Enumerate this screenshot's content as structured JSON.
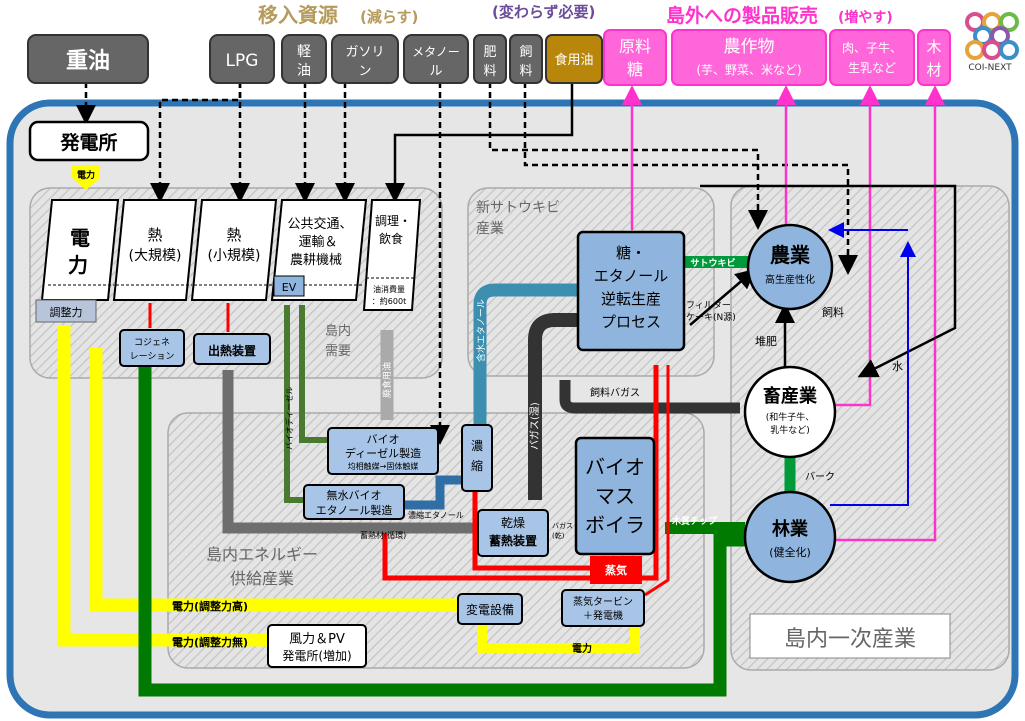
{
  "header": {
    "imports_title": "移入資源",
    "imports_note": "(減らす)",
    "unchanged_note": "(変わらず必要)",
    "exports_title": "島外への製品販売",
    "exports_note": "(増やす)",
    "logo_text": "COI-NEXT"
  },
  "imports": {
    "heavy_oil": "重油",
    "lpg": "LPG",
    "diesel": [
      "軽",
      "油"
    ],
    "gasoline": [
      "ガソリ",
      "ン"
    ],
    "methanol": [
      "メタノー",
      "ル"
    ],
    "fertilizer": [
      "肥",
      "料"
    ],
    "feed": [
      "飼",
      "料"
    ],
    "cooking_oil": "食用油"
  },
  "exports": {
    "raw_sugar": [
      "原料",
      "糖"
    ],
    "crops": [
      "農作物",
      "(芋、野菜、米など)"
    ],
    "livestock": [
      "肉、子牛、",
      "生乳など"
    ],
    "timber": [
      "木",
      "材"
    ]
  },
  "power_plant": "発電所",
  "demand": {
    "power_tag": "電力",
    "electricity": [
      "電",
      "力"
    ],
    "heat_large": [
      "熱",
      "(大規模)"
    ],
    "heat_small": [
      "熱",
      "(小規模)"
    ],
    "transport": [
      "公共交通、",
      "運輸＆",
      "農耕機械"
    ],
    "cooking": [
      "調理・",
      "飲食"
    ],
    "oil_usage": [
      "油消費量",
      "：約600t"
    ],
    "ev": "EV",
    "regulation": "調整力",
    "cogeneration": [
      "コジェネ",
      "レーション"
    ],
    "heat_output": "出熱装置",
    "area_label": [
      "島内",
      "需要"
    ],
    "waste_oil": "廃食用油"
  },
  "sugarcane": {
    "area_label": [
      "新サトウキビ",
      "産業"
    ],
    "process": [
      "糖・",
      "エタノール",
      "逆転生産",
      "プロセス"
    ],
    "sugarcane_flow": "サトウキビ",
    "filter_cake": [
      "フィルター",
      "ケーキ(N源)"
    ],
    "hydrous_ethanol": "含水エタノール",
    "bagasse_wet": "バガス(湿)",
    "feed_bagasse": "飼料バガス"
  },
  "energy": {
    "area_label": [
      "島内エネルギー",
      "供給産業"
    ],
    "biodiesel": [
      "バイオ",
      "ディーゼル製造",
      "均相触媒→固体触媒"
    ],
    "biodiesel_flow": "バイオディーゼル",
    "anhydrous": [
      "無水バイオ",
      "エタノール製造"
    ],
    "concentrate": [
      "濃",
      "縮"
    ],
    "concentrated_ethanol": "濃縮エタノール",
    "dryer": [
      "乾燥",
      "蓄熱装置"
    ],
    "bagasse_dry": [
      "バガス",
      "(乾)"
    ],
    "heat_storage": "蓄熱材(循環)",
    "boiler": [
      "バイオ",
      "マス",
      "ボイラ"
    ],
    "steam": "蒸気",
    "turbine": [
      "蒸気タービン",
      "＋発電機"
    ],
    "substation": "変電設備",
    "wind_pv": [
      "風力＆PV",
      "発電所(増加)"
    ],
    "power_adjustable": "電力(調整力高)",
    "power_no_adjust": "電力(調整力無)",
    "power_flow": "電力"
  },
  "primary": {
    "area_label": "島内一次産業",
    "agriculture": [
      "農業",
      "高生産性化"
    ],
    "livestock": [
      "畜産業",
      "(和牛子牛、",
      "乳牛など)"
    ],
    "forestry": [
      "林業",
      "(健全化)"
    ],
    "compost": "堆肥",
    "feed_flow": "飼料",
    "water": "水",
    "bark": "バーク",
    "wood_chip": "木質チップ"
  },
  "colors": {
    "import_box": "#666666",
    "import_gold": "#b8860b",
    "export_magenta": "#ff33cc",
    "header_import": "#b59a5a",
    "process_blue": "#8fb4dd",
    "island_border": "#2e75b6",
    "green_flow": "#007a00",
    "yellow_flow": "#ffff00",
    "red_flow": "#ff0000"
  }
}
